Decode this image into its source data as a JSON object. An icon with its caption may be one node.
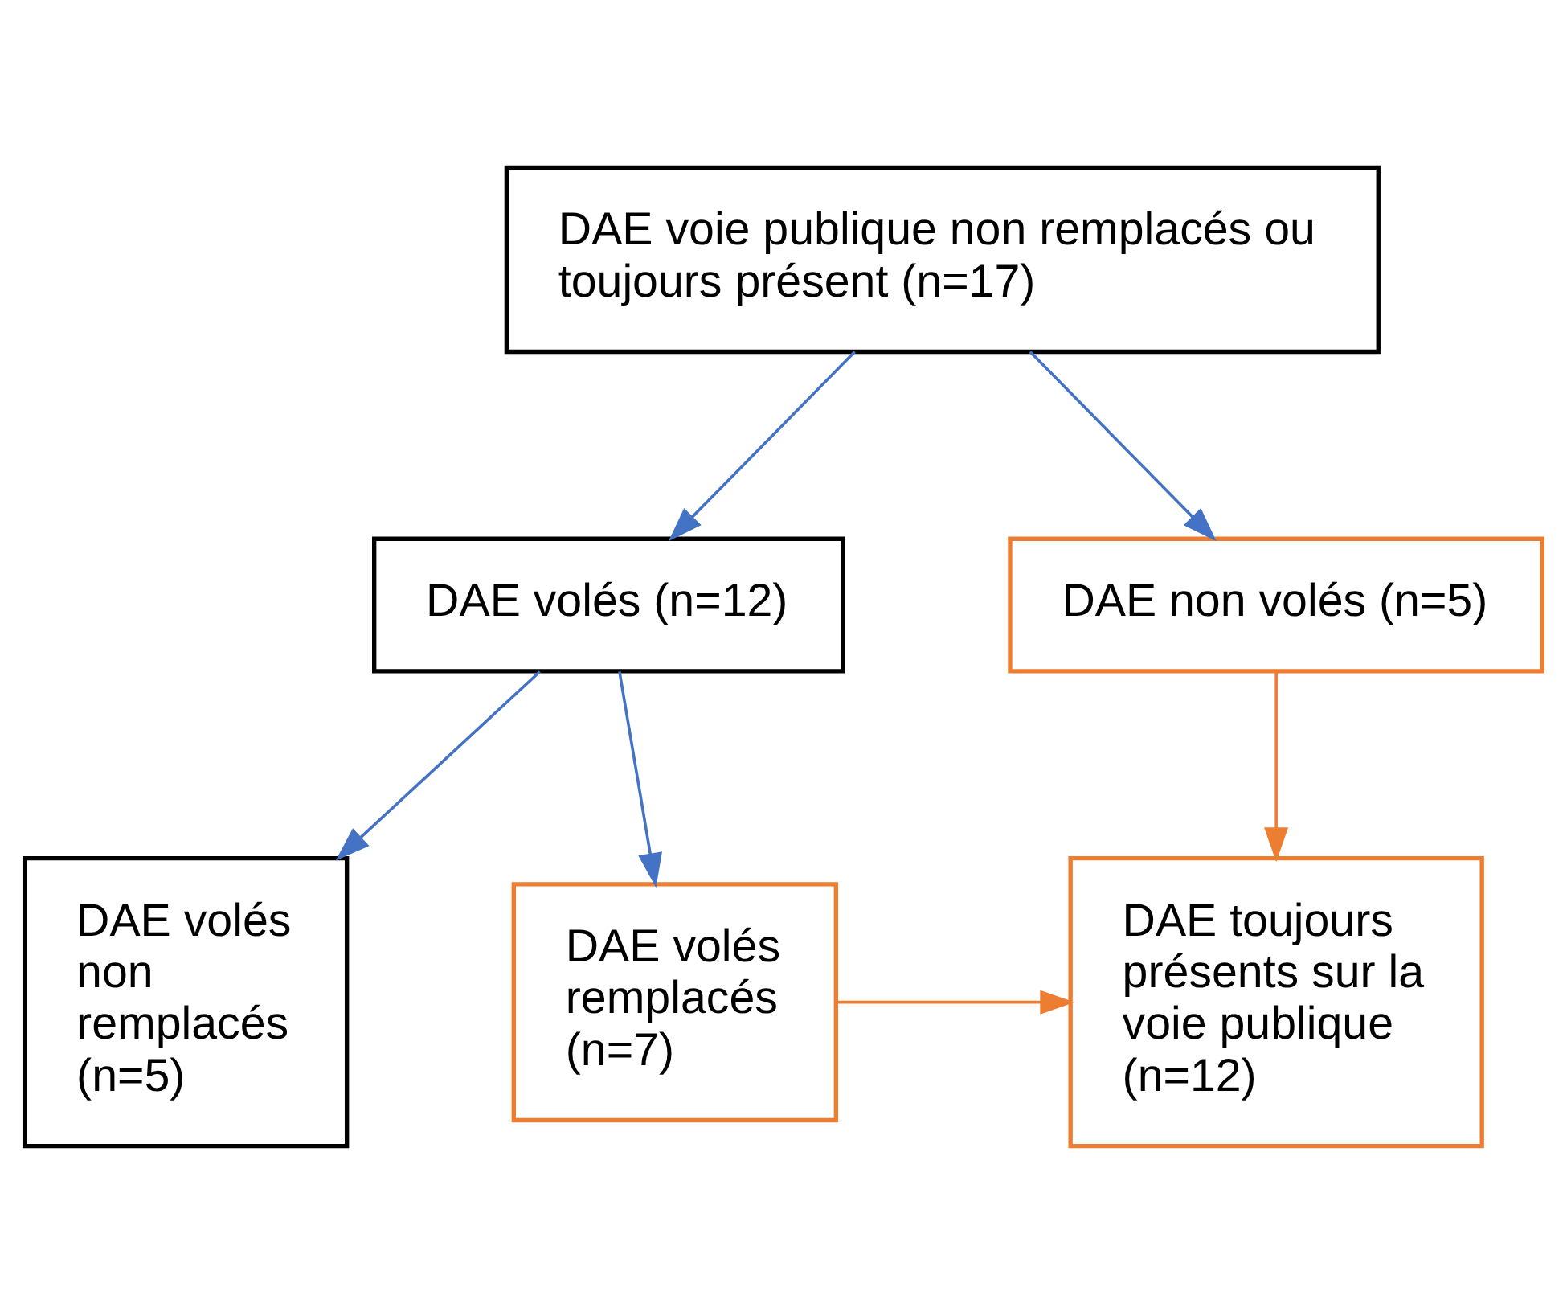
{
  "diagram": {
    "nodes": [
      {
        "text": [
          "DAE voie publique non remplacés ou toujours présent (n=17)"
        ]
      },
      {
        "text": [
          "DAE volés (n=12)"
        ]
      },
      {
        "text": [
          "DAE non volés (n=5)"
        ]
      },
      {
        "text": [
          "DAE volés non remplacés (n=5)"
        ]
      },
      {
        "text": [
          "DAE volés remplacés (n=7)"
        ]
      },
      {
        "text": [
          "DAE toujours présents sur la voie publique (n=12)"
        ]
      }
    ],
    "edges": [
      {
        "from": 0,
        "to": 1,
        "arrow": "to"
      },
      {
        "from": 0,
        "to": 2,
        "arrow": "to"
      },
      {
        "from": 1,
        "to": 3,
        "arrow": "to"
      },
      {
        "from": 1,
        "to": 4,
        "arrow": "to"
      },
      {
        "from": 2,
        "to": 5,
        "arrow": "to",
        "color": "#ed7d31"
      },
      {
        "from": 4,
        "to": 5,
        "arrow": "to",
        "color": "#ed7d31"
      }
    ]
  }
}
